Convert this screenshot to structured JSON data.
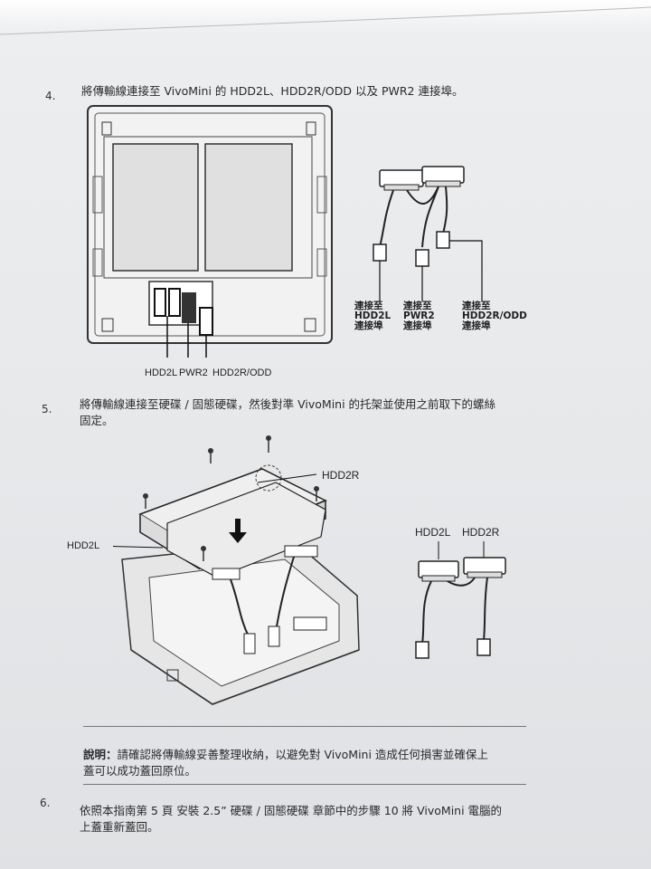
{
  "steps": [
    {
      "number": "4.",
      "text": "將傳輸線連接至 VivoMini 的 HDD2L、HDD2R/ODD 以及 PWR2 連接埠。"
    },
    {
      "number": "5.",
      "text_line1": "將傳輸線連接至硬碟 / 固態硬碟，然後對準 VivoMini 的托架並使用之前取下的螺絲",
      "text_line2": "固定。"
    },
    {
      "number": "6.",
      "text_line1": "依照本指南第 5 頁 安裝 2.5” 硬碟 / 固態硬碟 章節中的步驟 10 將 VivoMini 電腦的",
      "text_line2": "上蓋重新蓋回。"
    }
  ],
  "figure1": {
    "port_labels": [
      "HDD2L",
      "PWR2",
      "HDD2R/ODD"
    ],
    "callouts": [
      {
        "line1": "連接至",
        "line2": "HDD2L",
        "line3": "連接埠"
      },
      {
        "line1": "連接至",
        "line2": "PWR2",
        "line3": "連接埠"
      },
      {
        "line1": "連接至",
        "line2": "HDD2R/ODD",
        "line3": "連接埠"
      }
    ]
  },
  "figure2": {
    "label_left": "HDD2L",
    "label_top": "HDD2R",
    "cable_labels": [
      "HDD2L",
      "HDD2R"
    ]
  },
  "note": {
    "title": "說明：",
    "line1": "請確認將傳輸線妥善整理收納，以避免對 VivoMini 造成任何損害並確保上",
    "line2": "蓋可以成功蓋回原位。"
  }
}
